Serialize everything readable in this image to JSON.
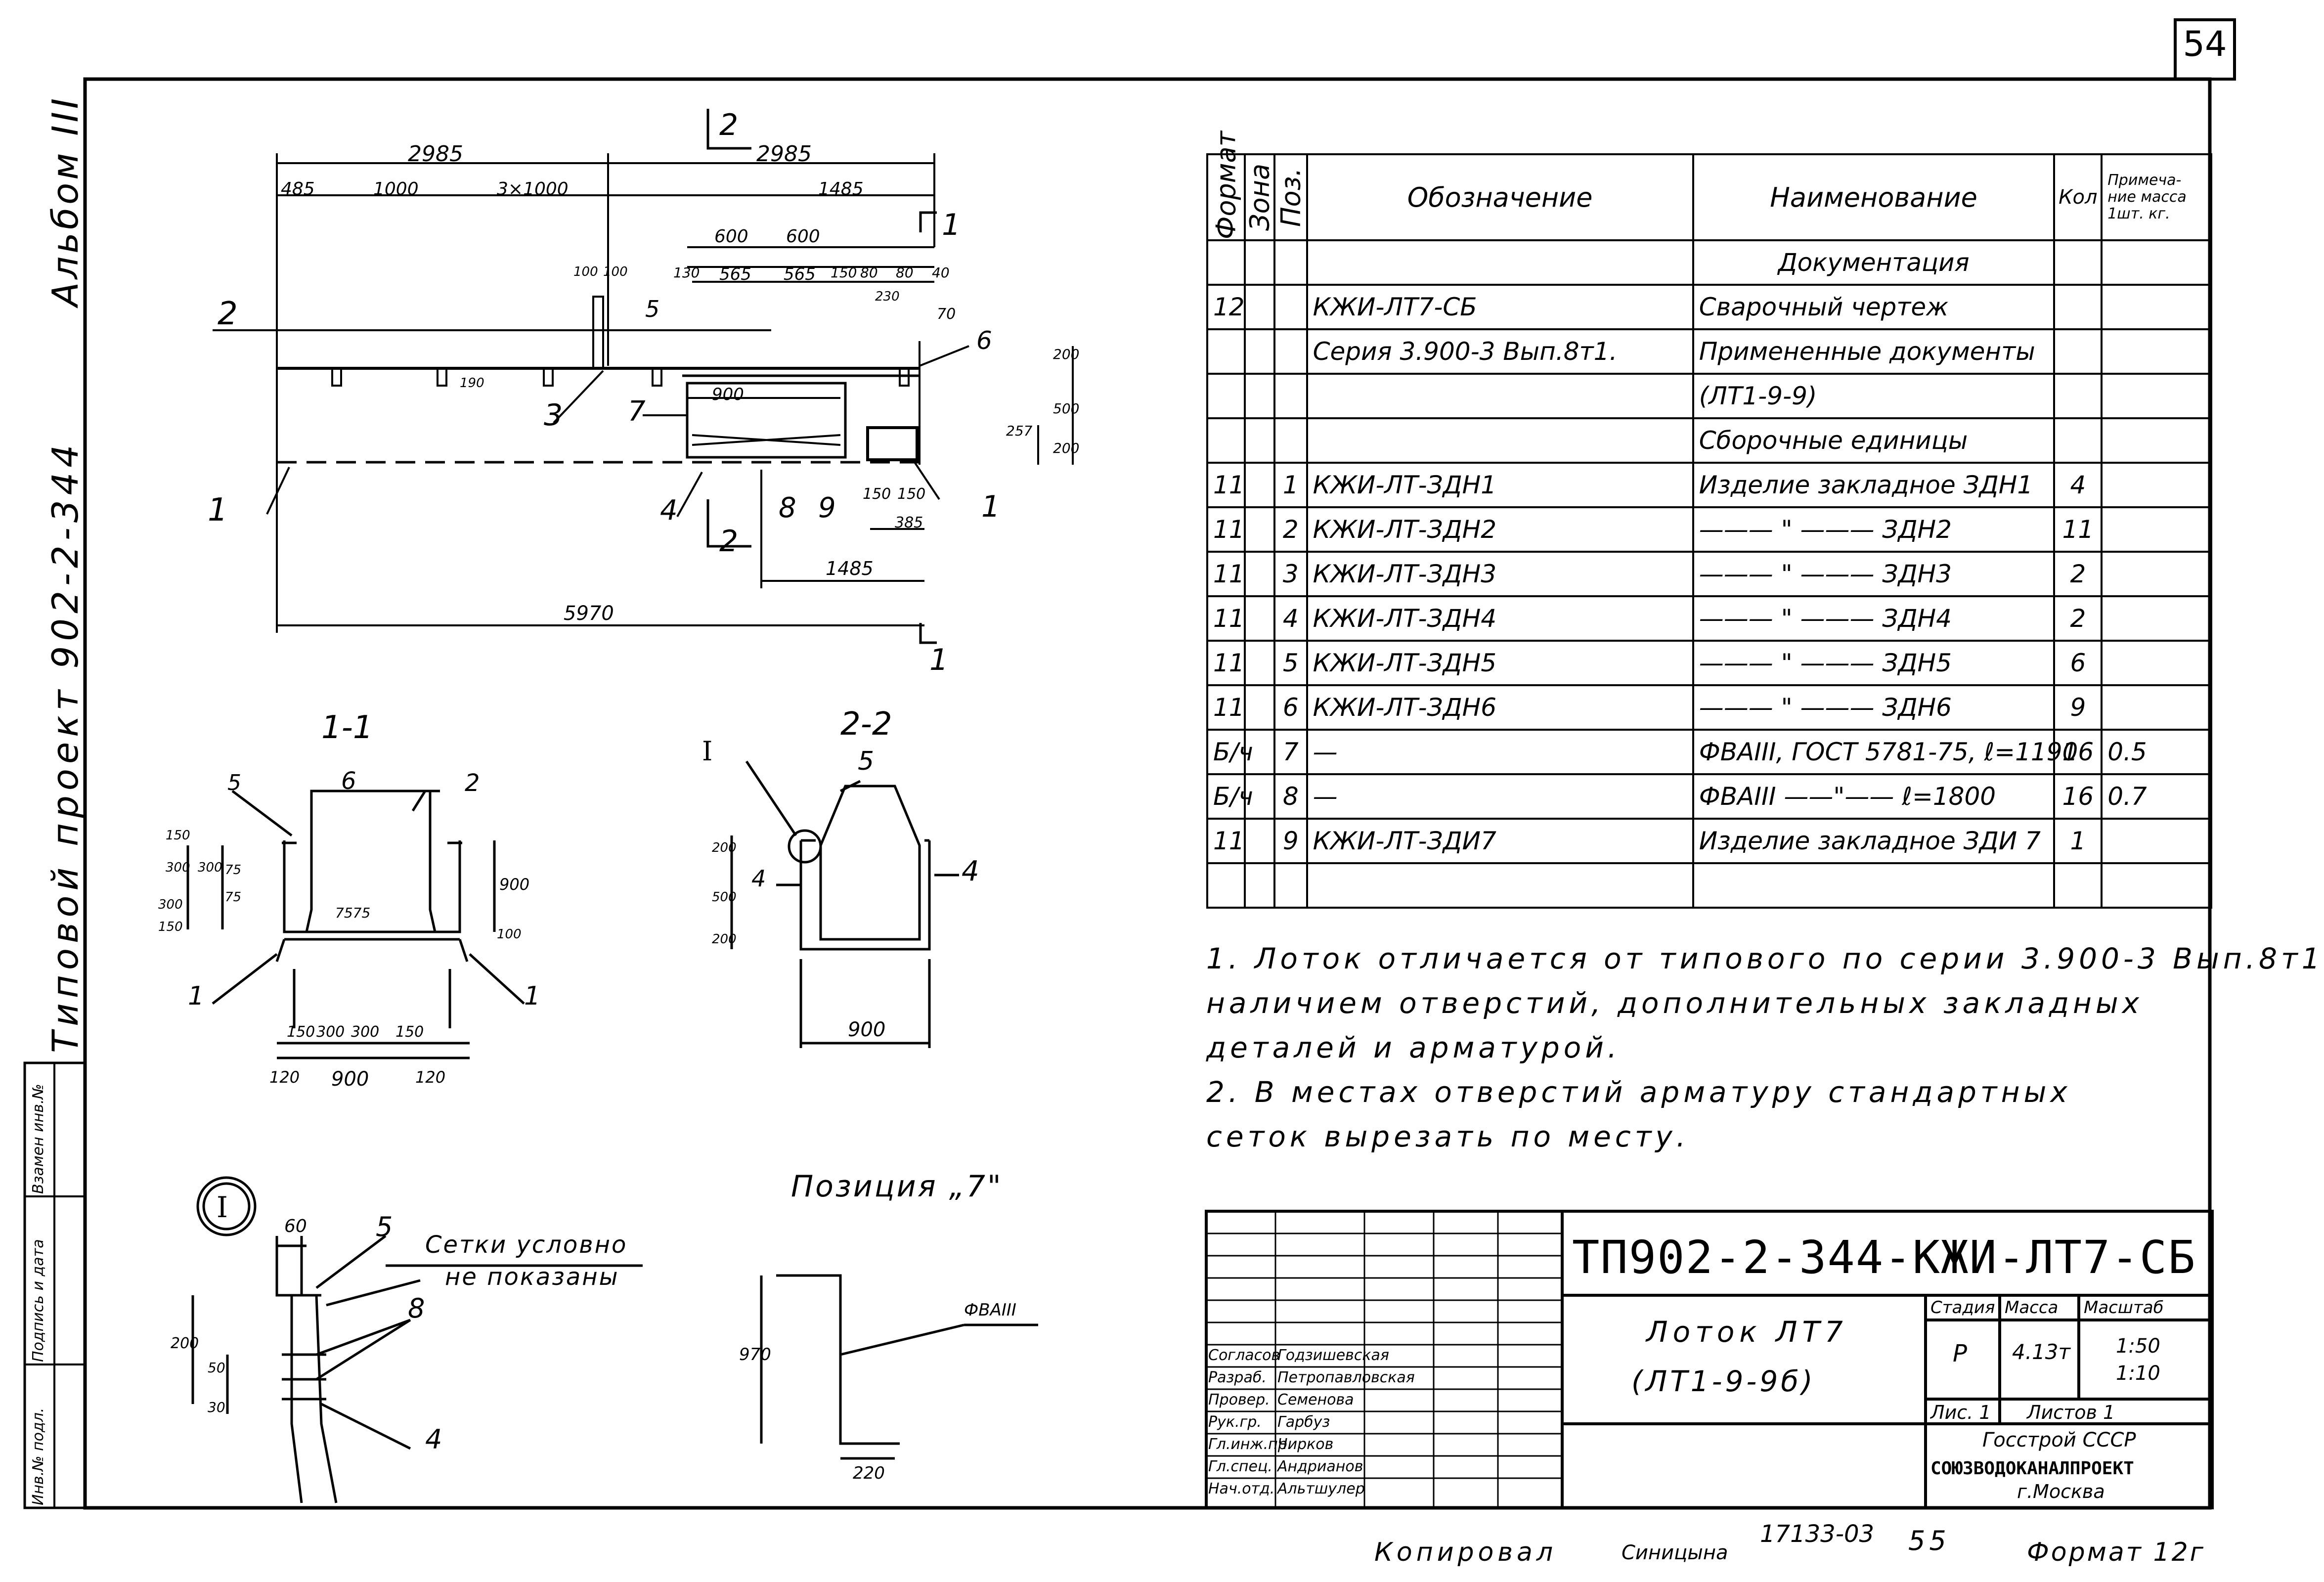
{
  "sheet": {
    "page_number": "54",
    "album": "Альбом III",
    "project": "Типовой проект 902-2-344",
    "side_stamps": [
      "Взамен инв.№",
      "Подпись и дата",
      "Инв.№ подл."
    ]
  },
  "drawing": {
    "plan_dims": {
      "d_2985_left": "2985",
      "d_2985_right": "2985",
      "d_485": "485",
      "d_1000": "1000",
      "d_3x1000": "3×1000",
      "d_1485_top": "1485",
      "d_600a": "600",
      "d_600b": "600",
      "d_100a": "100",
      "d_100b": "100",
      "d_130": "130",
      "d_565a": "565",
      "d_565b": "565",
      "d_150a": "150",
      "d_80a": "80",
      "d_80b": "80",
      "d_40": "40",
      "d_230": "230",
      "d_70": "70",
      "d_190": "190",
      "d_900": "900",
      "d_200a": "200",
      "d_500": "500",
      "d_200b": "200",
      "d_257": "257",
      "d_150b": "150",
      "d_150c": "150",
      "d_385": "385",
      "d_1485_bot": "1485",
      "d_5970": "5970"
    },
    "section_marks": {
      "s2_top": "2",
      "s2_bot": "2",
      "s1_top": "1",
      "s1_bot": "1"
    },
    "callouts": {
      "c1": "1",
      "c2": "2",
      "c3": "3",
      "c4": "4",
      "c5": "5",
      "c6": "6",
      "c7": "7",
      "c8": "8",
      "c9": "9",
      "c1b": "1"
    },
    "section11": {
      "title": "1-1",
      "c5": "5",
      "c6": "6",
      "c2": "2",
      "c1a": "1",
      "c1b": "1",
      "d150a": "150",
      "d300a": "300",
      "d300b": "300",
      "d75a": "75",
      "d75b": "75",
      "d150b": "150",
      "d300c": "300",
      "d900v": "900",
      "d100": "100",
      "d7575": "7575",
      "d150c": "150",
      "d300d": "300",
      "d300e": "300",
      "d150d": "150",
      "d120a": "120",
      "d900h": "900",
      "d120b": "120"
    },
    "section22": {
      "title": "2-2",
      "node": "I",
      "c5": "5",
      "c4a": "4",
      "c4b": "4",
      "d200a": "200",
      "d500": "500",
      "d200b": "200",
      "d900": "900"
    },
    "node_detail": {
      "label": "I",
      "d60": "60",
      "c5": "5",
      "c8": "8",
      "c4": "4",
      "note_line1": "Сетки условно",
      "note_line2": "не показаны",
      "d200": "200",
      "d50": "50",
      "d30": "30"
    },
    "position7": {
      "title": "Позиция „7\"",
      "d970": "970",
      "d220": "220",
      "rebar": "ФВАIII"
    }
  },
  "spec_table": {
    "headers": {
      "format": "Формат",
      "zone": "Зона",
      "pos": "Поз.",
      "designation": "Обозначение",
      "name": "Наименование",
      "qty": "Кол",
      "note": "Примеча-ние масса 1шт. кг."
    },
    "rows": [
      {
        "format": "",
        "zone": "",
        "pos": "",
        "designation": "",
        "name": "Документация",
        "qty": "",
        "note": ""
      },
      {
        "format": "12",
        "zone": "",
        "pos": "",
        "designation": "КЖИ-ЛТ7-СБ",
        "name": "Сварочный чертеж",
        "qty": "",
        "note": ""
      },
      {
        "format": "",
        "zone": "",
        "pos": "",
        "designation": "Серия 3.900-3 Вып.8т1.",
        "name": "Примененные документы",
        "qty": "",
        "note": ""
      },
      {
        "format": "",
        "zone": "",
        "pos": "",
        "designation": "",
        "name": "(ЛТ1-9-9)",
        "qty": "",
        "note": ""
      },
      {
        "format": "",
        "zone": "",
        "pos": "",
        "designation": "",
        "name": "Сборочные единицы",
        "qty": "",
        "note": ""
      },
      {
        "format": "11",
        "zone": "",
        "pos": "1",
        "designation": "КЖИ-ЛТ-ЗДН1",
        "name": "Изделие закладное ЗДН1",
        "qty": "4",
        "note": ""
      },
      {
        "format": "11",
        "zone": "",
        "pos": "2",
        "designation": "КЖИ-ЛТ-ЗДН2",
        "name": "——— \" ——— ЗДН2",
        "qty": "11",
        "note": ""
      },
      {
        "format": "11",
        "zone": "",
        "pos": "3",
        "designation": "КЖИ-ЛТ-ЗДН3",
        "name": "——— \" ——— ЗДН3",
        "qty": "2",
        "note": ""
      },
      {
        "format": "11",
        "zone": "",
        "pos": "4",
        "designation": "КЖИ-ЛТ-ЗДН4",
        "name": "——— \" ——— ЗДН4",
        "qty": "2",
        "note": ""
      },
      {
        "format": "11",
        "zone": "",
        "pos": "5",
        "designation": "КЖИ-ЛТ-ЗДН5",
        "name": "——— \" ——— ЗДН5",
        "qty": "6",
        "note": ""
      },
      {
        "format": "11",
        "zone": "",
        "pos": "6",
        "designation": "КЖИ-ЛТ-ЗДН6",
        "name": "——— \" ——— ЗДН6",
        "qty": "9",
        "note": ""
      },
      {
        "format": "Б/ч",
        "zone": "",
        "pos": "7",
        "designation": "—",
        "name": "ФВАIII, ГОСТ 5781-75, ℓ=1190",
        "qty": "16",
        "note": "0.5"
      },
      {
        "format": "Б/ч",
        "zone": "",
        "pos": "8",
        "designation": "—",
        "name": "ФВАIII ——\"—— ℓ=1800",
        "qty": "16",
        "note": "0.7"
      },
      {
        "format": "11",
        "zone": "",
        "pos": "9",
        "designation": "КЖИ-ЛТ-ЗДИ7",
        "name": "Изделие закладное ЗДИ 7",
        "qty": "1",
        "note": ""
      },
      {
        "format": "",
        "zone": "",
        "pos": "",
        "designation": "",
        "name": "",
        "qty": "",
        "note": ""
      }
    ]
  },
  "notes": [
    "1. Лоток отличается от типового по серии 3.900-3 Вып.8т1",
    "наличием отверстий, дополнительных закладных",
    "деталей и арматурой.",
    "2. В местах отверстий арматуру стандартных",
    "сеток вырезать по месту."
  ],
  "title_block": {
    "code": "ТП902-2-344-КЖИ-ЛТ7-СБ",
    "item_name_1": "Лоток ЛТ7",
    "item_name_2": "(ЛТ1-9-9б)",
    "stage_label": "Стадия",
    "mass_label": "Масса",
    "scale_label": "Масштаб",
    "stage": "Р",
    "mass": "4.13т",
    "scale_1": "1:50",
    "scale_2": "1:10",
    "sheet_label": "Лис. 1",
    "sheets_label": "Листов 1",
    "org_1": "Госстрой СССР",
    "org_2": "СОЮЗВОДОКАНАЛПРОЕКТ",
    "org_3": "г.Москва",
    "staff": [
      {
        "role": "Согласов",
        "name": "Годзишевская"
      },
      {
        "role": "Разраб.",
        "name": "Петропавловская"
      },
      {
        "role": "Провер.",
        "name": "Семенова"
      },
      {
        "role": "Рук.гр.",
        "name": "Гарбуз"
      },
      {
        "role": "Гл.инж.пр.",
        "name": "Чирков"
      },
      {
        "role": "Гл.спец.",
        "name": "Андрианов"
      },
      {
        "role": "Нач.отд.",
        "name": "Альтшулер"
      }
    ]
  },
  "footer": {
    "copied_label": "Копировал",
    "copier_name": "Синицына",
    "order_no": "17133-03",
    "page_ref": "55",
    "format_label": "Формат 12г"
  }
}
